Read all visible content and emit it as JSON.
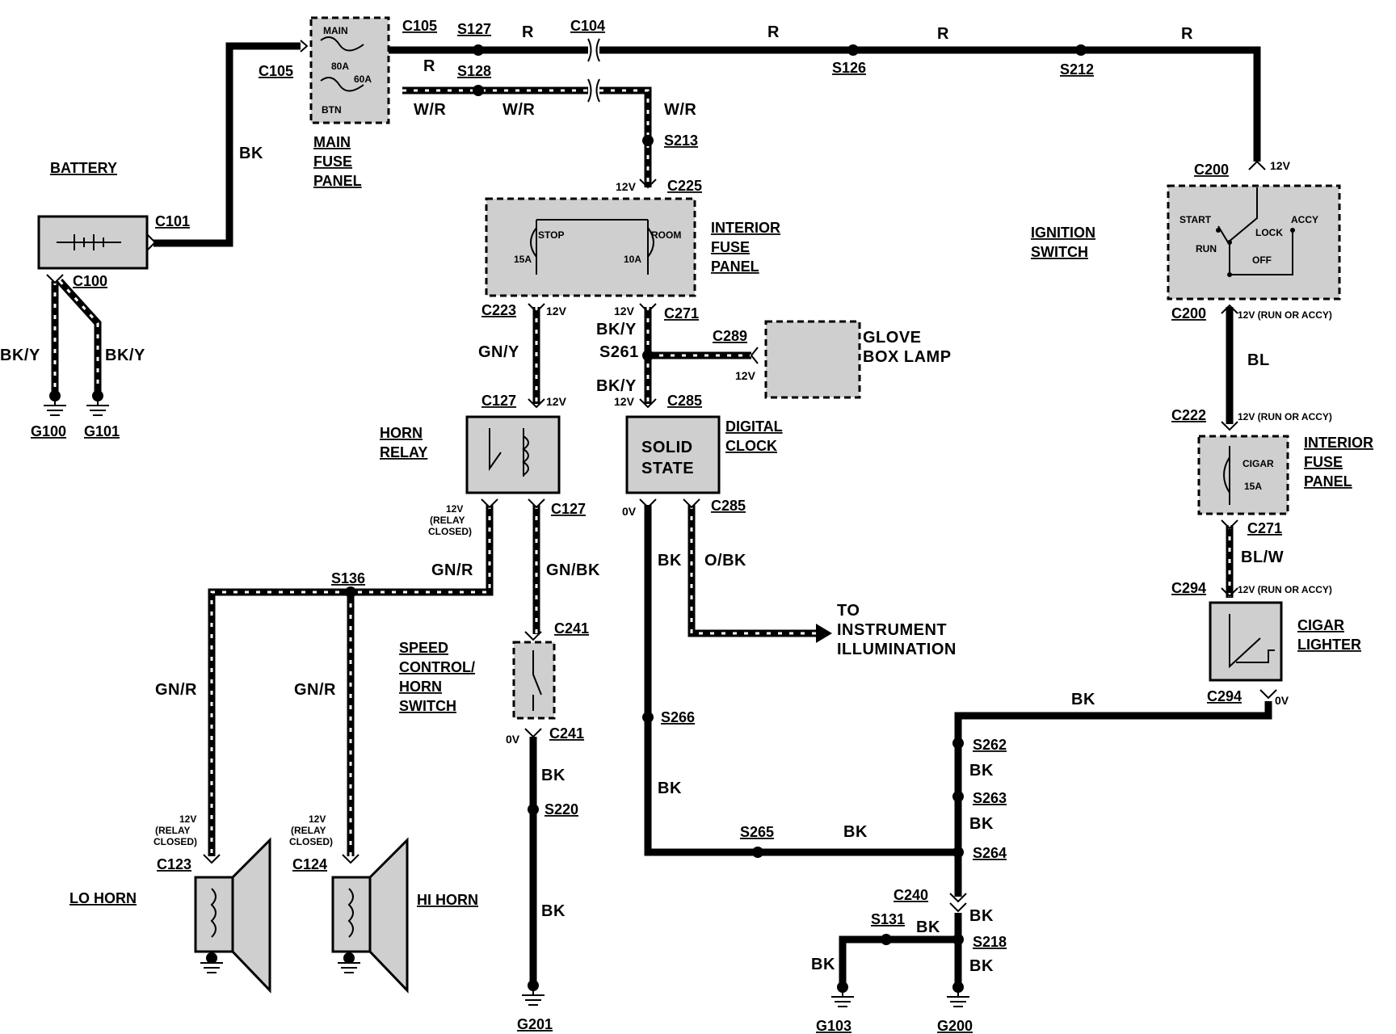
{
  "components": {
    "battery": "BATTERY",
    "main_fuse_panel": [
      "MAIN",
      "FUSE",
      "PANEL"
    ],
    "main_fuse_main": "MAIN",
    "main_fuse_main_amp": "80A",
    "main_fuse_btn": "BTN",
    "main_fuse_btn_amp": "60A",
    "interior_fuse_panel": [
      "INTERIOR",
      "FUSE",
      "PANEL"
    ],
    "fuse_stop": "STOP",
    "fuse_stop_amp": "15A",
    "fuse_room": "ROOM",
    "fuse_room_amp": "10A",
    "ignition_switch": [
      "IGNITION",
      "SWITCH"
    ],
    "ign_start": "START",
    "ign_run": "RUN",
    "ign_lock": "LOCK",
    "ign_off": "OFF",
    "ign_accy": "ACCY",
    "glove_box_lamp": [
      "GLOVE",
      "BOX LAMP"
    ],
    "horn_relay": [
      "HORN",
      "RELAY"
    ],
    "digital_clock": [
      "DIGITAL",
      "CLOCK"
    ],
    "solid_state": [
      "SOLID",
      "STATE"
    ],
    "interior_fuse_panel_2": [
      "INTERIOR",
      "FUSE",
      "PANEL"
    ],
    "fuse_cigar": "CIGAR",
    "fuse_cigar_amp": "15A",
    "cigar_lighter": [
      "CIGAR",
      "LIGHTER"
    ],
    "speed_control": [
      "SPEED",
      "CONTROL/",
      "HORN",
      "SWITCH"
    ],
    "to_instrument": [
      "TO",
      "INSTRUMENT",
      "ILLUMINATION"
    ],
    "lo_horn": "LO HORN",
    "hi_horn": "HI HORN"
  },
  "connectors": {
    "c105a": "C105",
    "c105b": "C105",
    "c104": "C104",
    "c101": "C101",
    "c100": "C100",
    "c225": "C225",
    "c223": "C223",
    "c271": "C271",
    "c289": "C289",
    "c127a": "C127",
    "c285a": "C285",
    "c127b": "C127",
    "c285b": "C285",
    "c241a": "C241",
    "c241b": "C241",
    "c123": "C123",
    "c124": "C124",
    "c200a": "C200",
    "c200b": "C200",
    "c222": "C222",
    "c271b": "C271",
    "c294a": "C294",
    "c294b": "C294",
    "c240": "C240"
  },
  "splices": {
    "s127": "S127",
    "s128": "S128",
    "s126": "S126",
    "s212": "S212",
    "s213": "S213",
    "s261": "S261",
    "s136": "S136",
    "s266": "S266",
    "s220": "S220",
    "s262": "S262",
    "s263": "S263",
    "s264": "S264",
    "s265": "S265",
    "s131": "S131",
    "s218": "S218"
  },
  "grounds": {
    "g100": "G100",
    "g101": "G101",
    "g201": "G201",
    "g103": "G103",
    "g200": "G200"
  },
  "wire_colors": {
    "bk": "BK",
    "r": "R",
    "wr": "W/R",
    "bky": "BK/Y",
    "gny": "GN/Y",
    "gnr": "GN/R",
    "gnbk": "GN/BK",
    "obk": "O/BK",
    "bl": "BL",
    "blw": "BL/W"
  },
  "voltages": {
    "v12": "12V",
    "v0": "0V",
    "run_accy": "12V (RUN OR ACCY)",
    "relay_closed": [
      "12V",
      "(RELAY",
      "CLOSED)"
    ]
  }
}
